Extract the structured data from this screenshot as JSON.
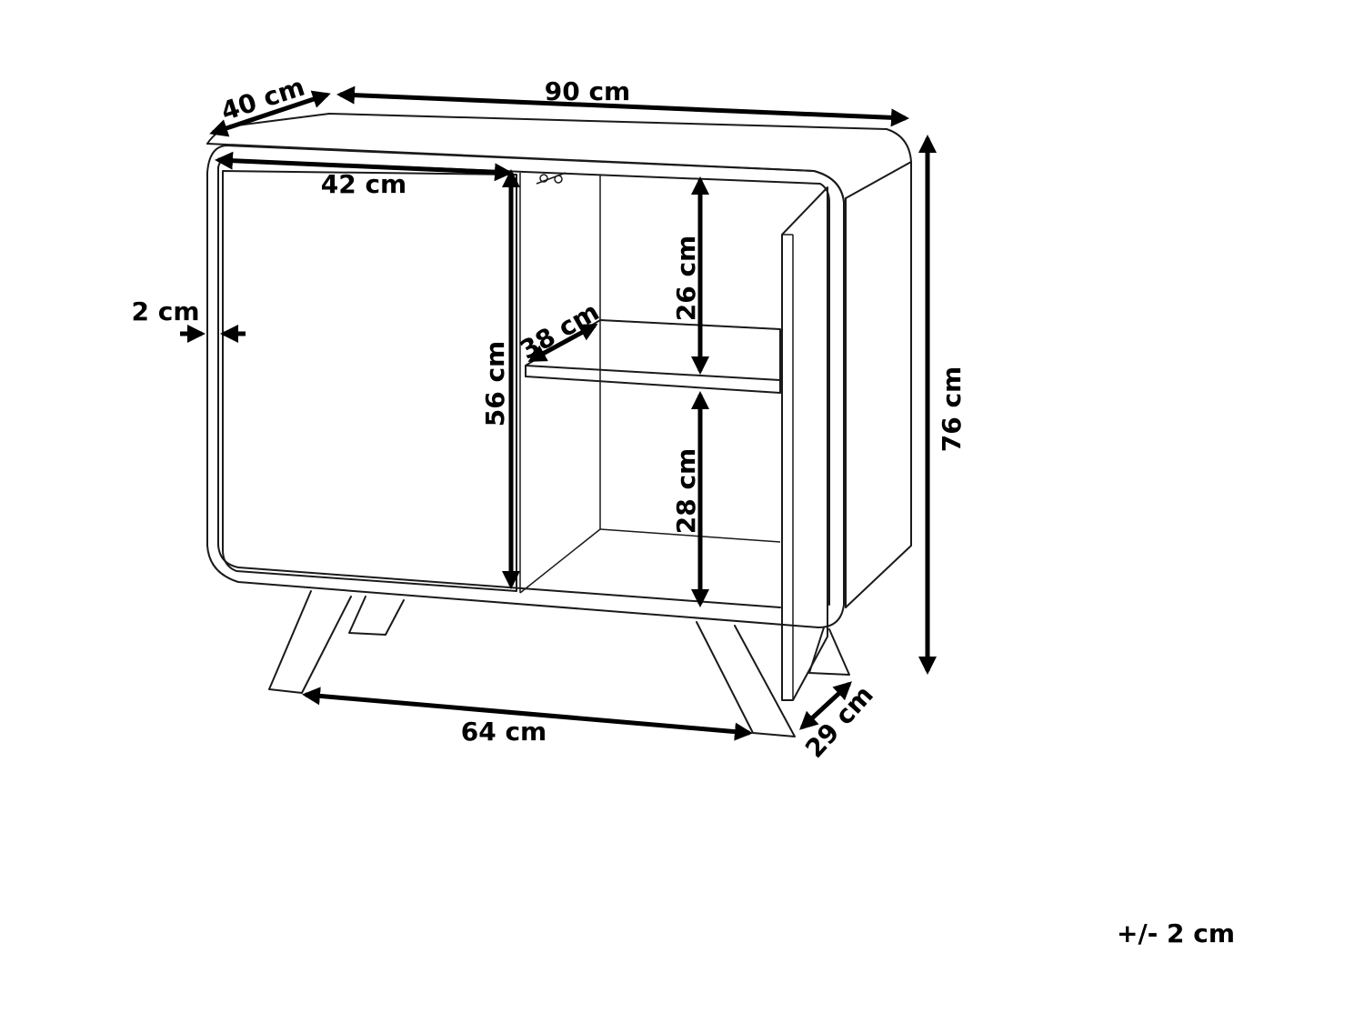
{
  "diagram": {
    "dimensions": {
      "width": "90 cm",
      "depth": "40 cm",
      "height": "76 cm",
      "door_width": "42 cm",
      "inner_height": "56 cm",
      "side_thickness": "2 cm",
      "upper_compartment": "26 cm",
      "lower_compartment": "28 cm",
      "shelf_depth": "38 cm",
      "leg_span": "64 cm",
      "leg_depth": "29 cm"
    },
    "tolerance": "+/- 2 cm"
  }
}
